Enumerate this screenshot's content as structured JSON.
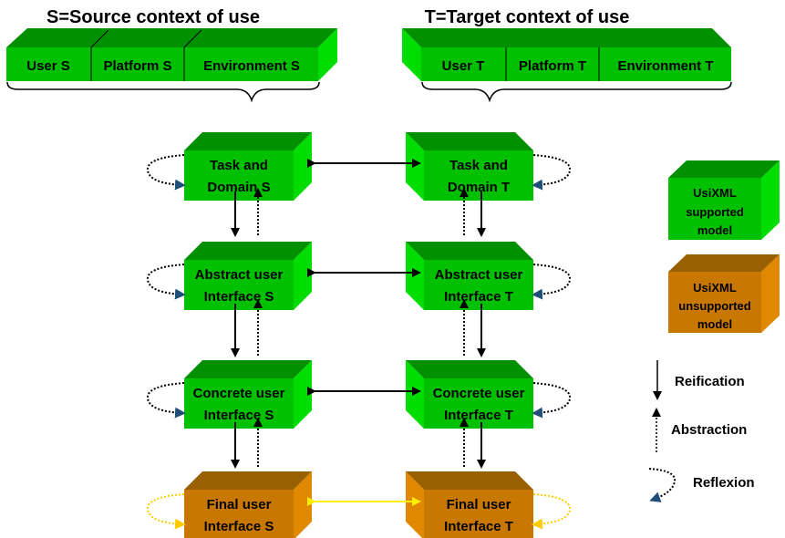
{
  "source": {
    "title": "S=Source context of use",
    "context": [
      "User S",
      "Platform S",
      "Environment S"
    ],
    "models": [
      {
        "line1": "Task and",
        "line2": "Domain S",
        "supported": true
      },
      {
        "line1": "Abstract user",
        "line2": "Interface S",
        "supported": true
      },
      {
        "line1": "Concrete user",
        "line2": "Interface S",
        "supported": true
      },
      {
        "line1": "Final user",
        "line2": "Interface S",
        "supported": false
      }
    ]
  },
  "target": {
    "title": "T=Target context of use",
    "context": [
      "User T",
      "Platform T",
      "Environment T"
    ],
    "models": [
      {
        "line1": "Task and",
        "line2": "Domain T",
        "supported": true
      },
      {
        "line1": "Abstract user",
        "line2": "Interface T",
        "supported": true
      },
      {
        "line1": "Concrete user",
        "line2": "Interface T",
        "supported": true
      },
      {
        "line1": "Final user",
        "line2": "Interface T",
        "supported": false
      }
    ]
  },
  "legend": {
    "supported": {
      "line1": "UsiXML",
      "line2": "supported",
      "line3": "model"
    },
    "unsupported": {
      "line1": "UsiXML",
      "line2": "unsupported",
      "line3": "model"
    },
    "reification": "Reification",
    "abstraction": "Abstraction",
    "reflexion": "Reflexion"
  },
  "colors": {
    "supported_front": "#00c000",
    "supported_top": "#009000",
    "supported_side": "#00dd00",
    "unsupported_front": "#c87800",
    "unsupported_top": "#986000",
    "unsupported_side": "#e08800",
    "reflexion_arrowhead": "#1f4e79",
    "final_link": "#ffee00"
  }
}
